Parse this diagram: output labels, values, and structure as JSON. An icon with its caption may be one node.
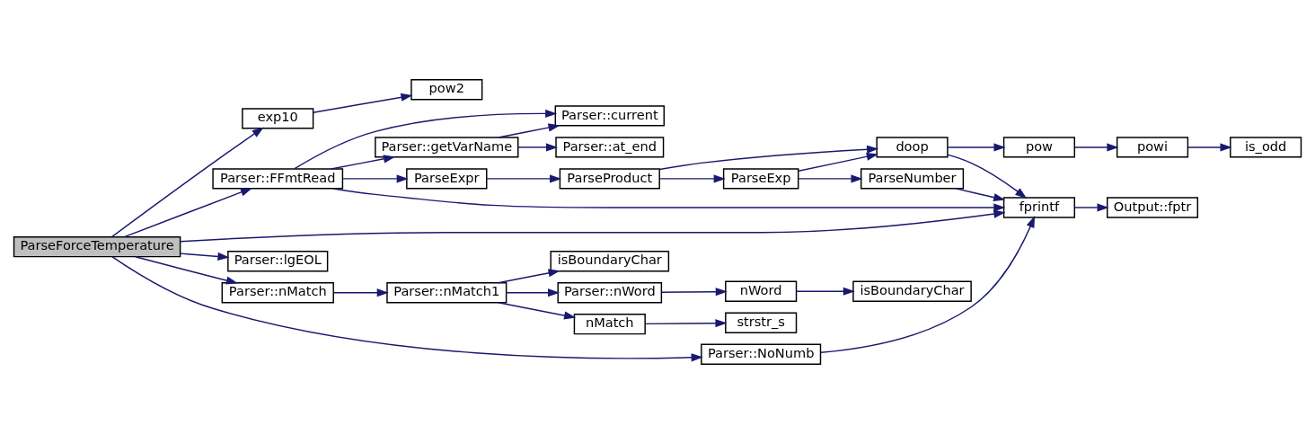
{
  "diagram": {
    "nodes": [
      {
        "text": [
          "ParseForceTemperature"
        ]
      },
      {
        "text": [
          "exp10"
        ]
      },
      {
        "text": [
          "pow2"
        ]
      },
      {
        "text": [
          "Parser::FFmtRead"
        ]
      },
      {
        "text": [
          "Parser::current"
        ]
      },
      {
        "text": [
          "Parser::getVarName"
        ]
      },
      {
        "text": [
          "Parser::at_end"
        ]
      },
      {
        "text": [
          "ParseExpr"
        ]
      },
      {
        "text": [
          "ParseProduct"
        ]
      },
      {
        "text": [
          "doop"
        ]
      },
      {
        "text": [
          "pow"
        ]
      },
      {
        "text": [
          "powi"
        ]
      },
      {
        "text": [
          "is_odd"
        ]
      },
      {
        "text": [
          "fprintf"
        ]
      },
      {
        "text": [
          "Output::fptr"
        ]
      },
      {
        "text": [
          "ParseExp"
        ]
      },
      {
        "text": [
          "ParseNumber"
        ]
      },
      {
        "text": [
          "Parser::lgEOL"
        ]
      },
      {
        "text": [
          "Parser::nMatch"
        ]
      },
      {
        "text": [
          "Parser::nMatch1"
        ]
      },
      {
        "text": [
          "isBoundaryChar"
        ]
      },
      {
        "text": [
          "Parser::nWord"
        ]
      },
      {
        "text": [
          "nWord"
        ]
      },
      {
        "text": [
          "isBoundaryChar"
        ]
      },
      {
        "text": [
          "nMatch"
        ]
      },
      {
        "text": [
          "strstr_s"
        ]
      },
      {
        "text": [
          "Parser::NoNumb"
        ]
      }
    ],
    "edges": [
      {
        "from": 0,
        "to": 1,
        "arrow": "to"
      },
      {
        "from": 0,
        "to": 3,
        "arrow": "to"
      },
      {
        "from": 0,
        "to": 13,
        "arrow": "to"
      },
      {
        "from": 0,
        "to": 17,
        "arrow": "to"
      },
      {
        "from": 0,
        "to": 18,
        "arrow": "to"
      },
      {
        "from": 0,
        "to": 26,
        "arrow": "to"
      },
      {
        "from": 1,
        "to": 2,
        "arrow": "to"
      },
      {
        "from": 3,
        "to": 4,
        "arrow": "to"
      },
      {
        "from": 3,
        "to": 5,
        "arrow": "to"
      },
      {
        "from": 3,
        "to": 7,
        "arrow": "to"
      },
      {
        "from": 3,
        "to": 13,
        "arrow": "to"
      },
      {
        "from": 5,
        "to": 4,
        "arrow": "to"
      },
      {
        "from": 5,
        "to": 6,
        "arrow": "to"
      },
      {
        "from": 7,
        "to": 8,
        "arrow": "to"
      },
      {
        "from": 8,
        "to": 9,
        "arrow": "to"
      },
      {
        "from": 8,
        "to": 15,
        "arrow": "to"
      },
      {
        "from": 9,
        "to": 10,
        "arrow": "to"
      },
      {
        "from": 9,
        "to": 13,
        "arrow": "to"
      },
      {
        "from": 10,
        "to": 11,
        "arrow": "to"
      },
      {
        "from": 11,
        "to": 12,
        "arrow": "to"
      },
      {
        "from": 15,
        "to": 9,
        "arrow": "to"
      },
      {
        "from": 15,
        "to": 16,
        "arrow": "to"
      },
      {
        "from": 16,
        "to": 13,
        "arrow": "to"
      },
      {
        "from": 13,
        "to": 14,
        "arrow": "to"
      },
      {
        "from": 18,
        "to": 19,
        "arrow": "to"
      },
      {
        "from": 19,
        "to": 20,
        "arrow": "to"
      },
      {
        "from": 19,
        "to": 21,
        "arrow": "to"
      },
      {
        "from": 19,
        "to": 24,
        "arrow": "to"
      },
      {
        "from": 21,
        "to": 22,
        "arrow": "to"
      },
      {
        "from": 22,
        "to": 23,
        "arrow": "to"
      },
      {
        "from": 24,
        "to": 25,
        "arrow": "to"
      },
      {
        "from": 26,
        "to": 13,
        "arrow": "to"
      }
    ]
  }
}
